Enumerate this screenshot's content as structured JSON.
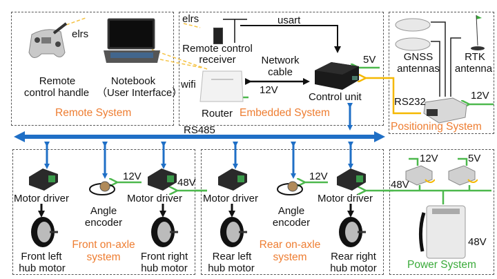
{
  "colors": {
    "bus": "#1f6fc6",
    "power": "#4cb84c",
    "signal": "#111111",
    "rs232": "#f5b800",
    "wireless": "#f5c242",
    "system_label": "#ee7d31",
    "power_label": "#3aaa3a"
  },
  "remote_system": {
    "title": "Remote System",
    "elrs": "elrs",
    "handle": [
      "Remote",
      "control handle"
    ],
    "notebook": [
      "Notebook",
      "（User Interface）"
    ]
  },
  "embedded_system": {
    "title": "Embedded System",
    "elrs": "elrs",
    "usart": "usart",
    "receiver": [
      "Remote control",
      "receiver"
    ],
    "network": [
      "Network",
      "cable"
    ],
    "wifi": "wifi",
    "router": "Router",
    "router_v": "12V",
    "control_unit": "Control unit",
    "control_v": "5V"
  },
  "positioning_system": {
    "title": "Positioning System",
    "gnss": [
      "GNSS",
      "antennas"
    ],
    "rtk": [
      "RTK",
      "antenna"
    ],
    "rs232": "RS232",
    "v": "12V"
  },
  "bus": {
    "label": "RS485"
  },
  "front_system": {
    "title": [
      "Front on-axle",
      "system"
    ],
    "driver_left": "Motor driver",
    "driver_right": "Motor driver",
    "encoder": [
      "Angle",
      "encoder"
    ],
    "encoder_v": "12V",
    "driver_v": "48V",
    "motor_left": [
      "Front left",
      "hub motor"
    ],
    "motor_right": [
      "Front right",
      "hub motor"
    ]
  },
  "rear_system": {
    "title": [
      "Rear on-axle",
      "system"
    ],
    "driver_left": "Motor driver",
    "driver_right": "Motor driver",
    "encoder": [
      "Angle",
      "encoder"
    ],
    "encoder_v": "12V",
    "motor_left": [
      "Rear left",
      "hub motor"
    ],
    "motor_right": [
      "Rear right",
      "hub motor"
    ]
  },
  "power_system": {
    "title": "Power System",
    "out_12": "12V",
    "out_5": "5V",
    "in_48": "48V",
    "battery_v": "48V"
  }
}
